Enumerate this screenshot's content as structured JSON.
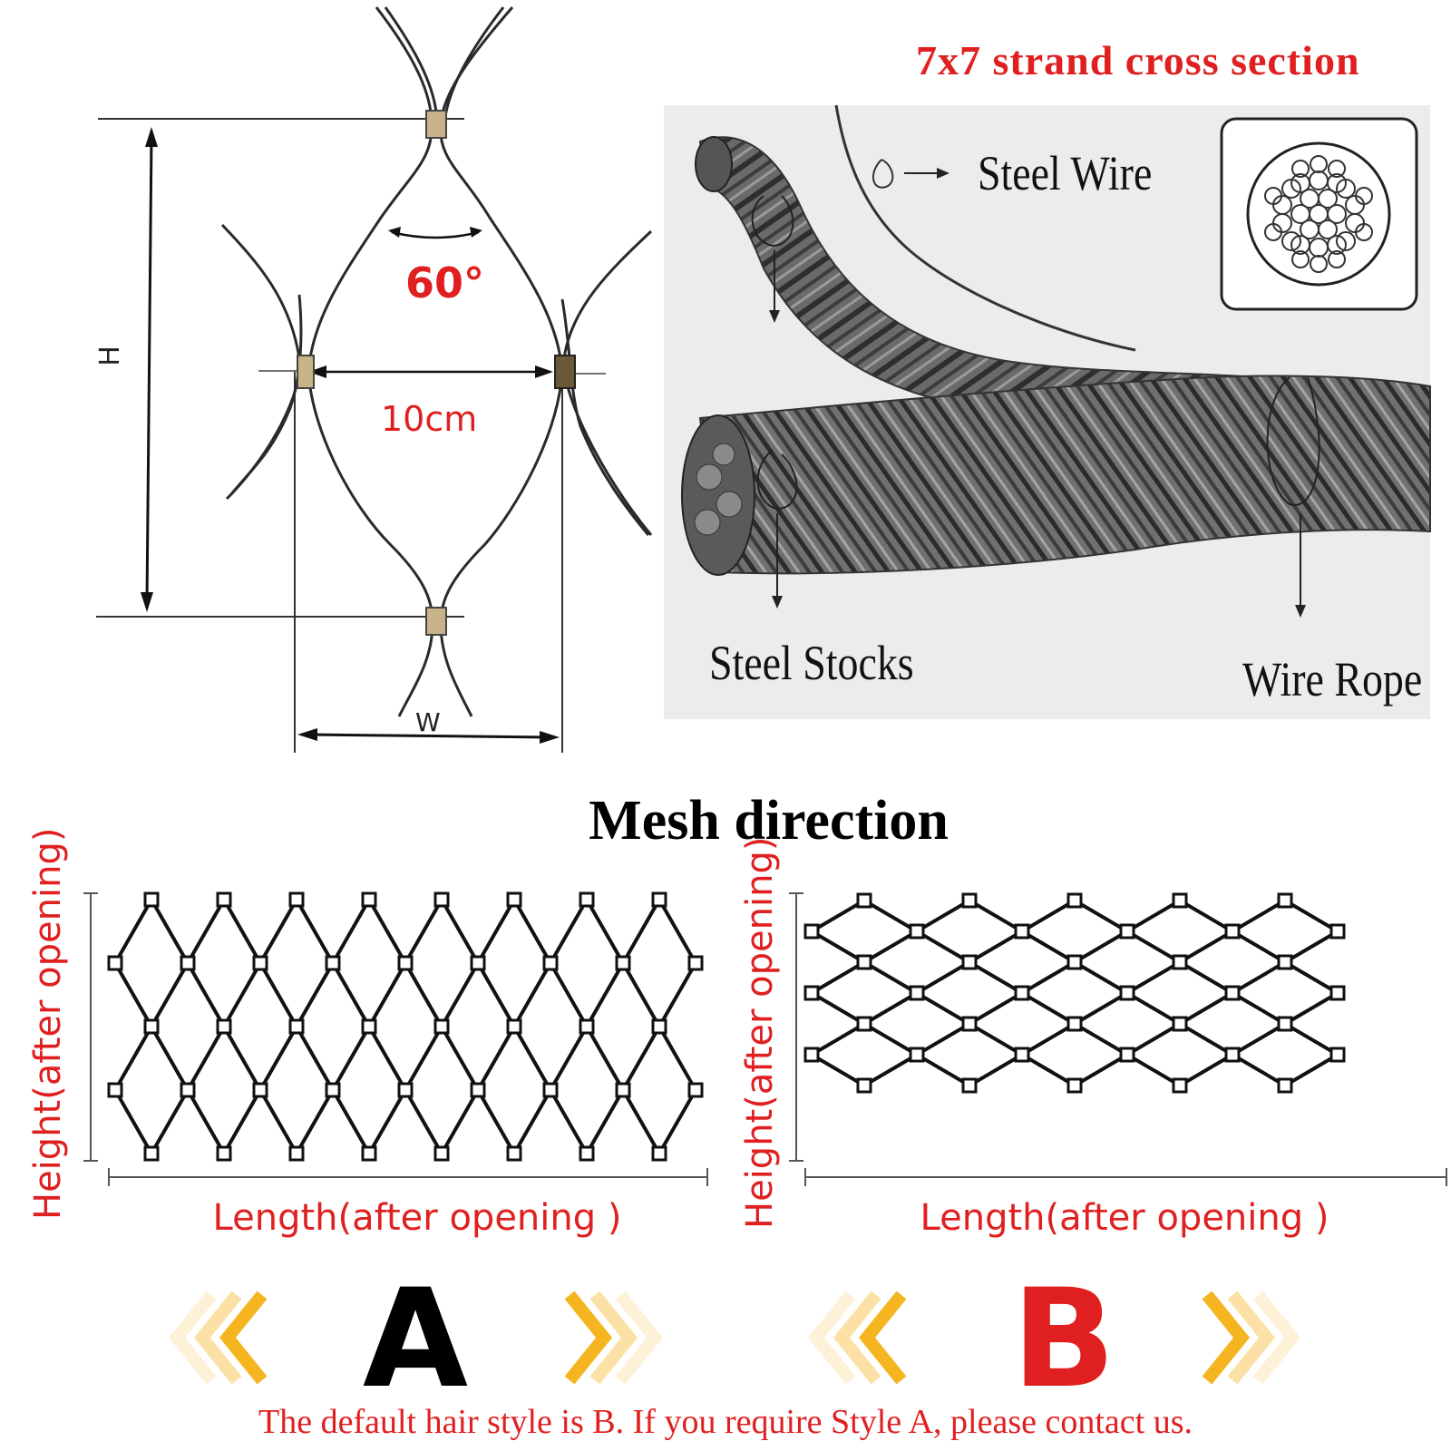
{
  "cell_diagram": {
    "angle_label": "60°",
    "width_label": "10cm",
    "height_marker": "H",
    "width_marker": "W"
  },
  "strand_section": {
    "title": "7x7 strand cross section",
    "labels": {
      "steel_wire": "Steel Wire",
      "steel_stocks": "Steel Stocks",
      "wire_rope": "Wire Rope"
    }
  },
  "mesh_direction": {
    "heading": "Mesh direction",
    "height_label": "Height(after opening)",
    "length_label": "Length(after opening )",
    "style_a": "A",
    "style_b": "B"
  },
  "footer": {
    "part1": "The default hair style is ",
    "style_default": "B",
    "part2": ". If you require Style ",
    "style_alt": "A",
    "part3": ", please contact us."
  },
  "colors": {
    "label_red": "#e02020",
    "arrow_gold": "#f5b520",
    "wire_dark": "#2a2a2a",
    "panel_gray": "#ececec"
  }
}
